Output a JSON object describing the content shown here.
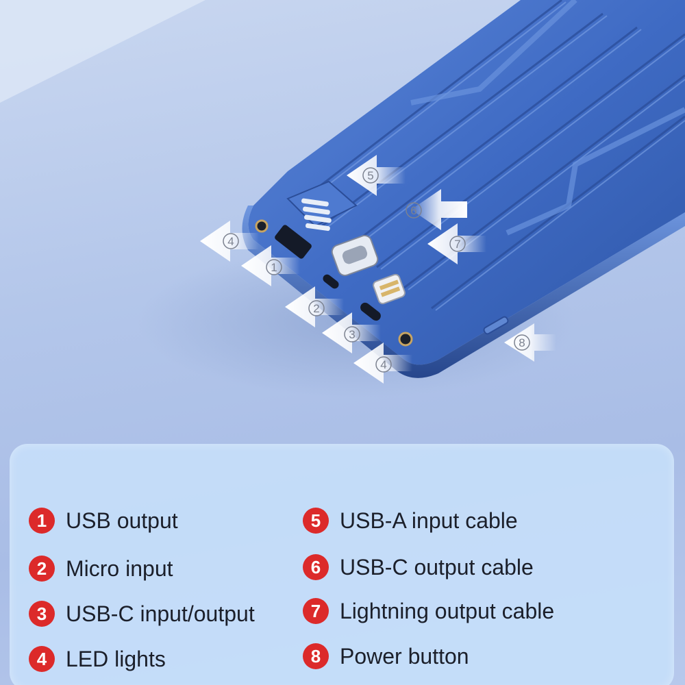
{
  "callout_numbers": [
    "4",
    "1",
    "2",
    "3",
    "4",
    "5",
    "6",
    "7",
    "8"
  ],
  "legend": [
    {
      "number": "1",
      "label": "USB output"
    },
    {
      "number": "2",
      "label": "Micro input"
    },
    {
      "number": "3",
      "label": "USB-C input/output"
    },
    {
      "number": "4",
      "label": "LED lights"
    },
    {
      "number": "5",
      "label": "USB-A input cable"
    },
    {
      "number": "6",
      "label": "USB-C output cable"
    },
    {
      "number": "7",
      "label": "Lightning output cable"
    },
    {
      "number": "8",
      "label": "Power button"
    }
  ],
  "colors": {
    "badge": "#dc2a2a",
    "device_body": "#3f6bc4",
    "background": "#b3c6ea",
    "panel": "#c6defa"
  }
}
